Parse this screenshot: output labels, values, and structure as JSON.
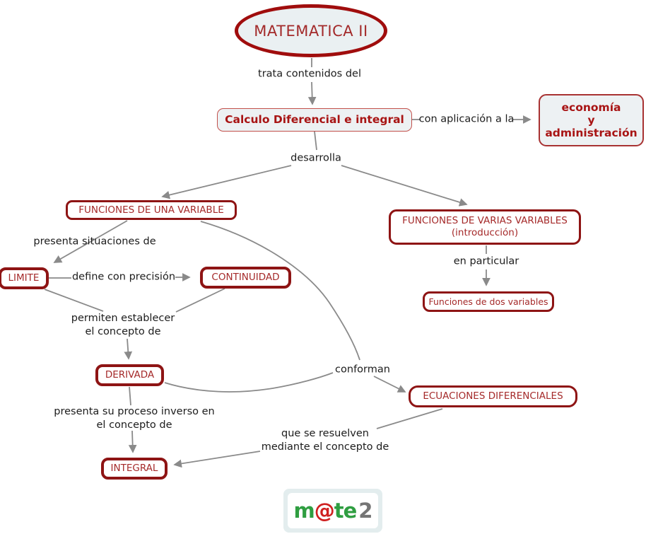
{
  "diagram_title": "MATEMATICA II",
  "nodes": {
    "matematica": {
      "label": "MATEMATICA II"
    },
    "calculo": {
      "label": "Calculo Diferencial e integral"
    },
    "economia": {
      "line1": "economía",
      "line2": "y",
      "line3": "administración"
    },
    "func_una": {
      "label": "FUNCIONES DE UNA VARIABLE"
    },
    "func_varias": {
      "line1": "FUNCIONES DE VARIAS VARIABLES",
      "line2": "(introducción)"
    },
    "limite": {
      "label": "LIMITE"
    },
    "continuidad": {
      "label": "CONTINUIDAD"
    },
    "derivada": {
      "label": "DERIVADA"
    },
    "integral": {
      "label": "INTEGRAL"
    },
    "ecuaciones": {
      "label": "ECUACIONES DIFERENCIALES"
    },
    "func_dos": {
      "label": "Funciones de dos variables"
    }
  },
  "edge_labels": {
    "trata": "trata contenidos del",
    "aplicacion": "con aplicación a la",
    "desarrolla": "desarrolla",
    "presenta_situaciones": "presenta situaciones de",
    "define": "define con precisión",
    "permiten_1": "permiten establecer",
    "permiten_2": "el concepto de",
    "conforman": "conforman",
    "inverso_1": "presenta su proceso inverso en",
    "inverso_2": "el concepto de",
    "resuelven_1": "que se resuelven",
    "resuelven_2": "mediante el concepto de",
    "particular": "en particular"
  },
  "logo": {
    "part1": "m",
    "part2": "@",
    "part3": "te",
    "part4": "2"
  },
  "colors": {
    "node_border": "#8e1414",
    "ellipse_border": "#a00d0d",
    "node_text": "#a52a2a",
    "bold_node_text": "#a81414",
    "light_fill": "#eaf0f2",
    "connector_line": "#8a8a8a",
    "label_text": "#1c1c1c",
    "logo_green": "#2f9e41",
    "logo_red": "#cf2020",
    "logo_gray": "#757575",
    "logo_panel": "#e3edee"
  }
}
